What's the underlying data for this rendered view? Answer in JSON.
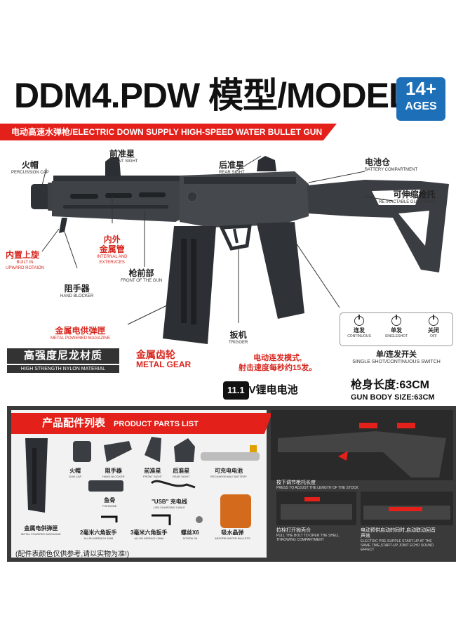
{
  "title": "DDM4.PDW 模型/MODEL",
  "age": {
    "number": "14+",
    "label": "AGES"
  },
  "subtitle": "电动高速水弹枪/ELECTRIC DOWN SUPPLY HIGH-SPEED WATER BULLET GUN",
  "labels": {
    "percussion_cap": {
      "cn": "火帽",
      "en": "PERCUSSION CAP"
    },
    "front_sight": {
      "cn": "前准星",
      "en": "FRONT SIGHT"
    },
    "rear_sight": {
      "cn": "后准星",
      "en": "REAR SIGHT"
    },
    "battery_compartment": {
      "cn": "电池仓",
      "en": "BATTERY COMPARTMENT"
    },
    "retractable_stock": {
      "cn": "可伸缩枪托",
      "en": "RETRACTABLE GUN STOCK"
    },
    "upward_rotation": {
      "cn": "内置上旋",
      "en1": "BUILT IN",
      "en2": "UPWARD ROTAION"
    },
    "inner_outer_tube": {
      "cn1": "内外",
      "cn2": "金属管",
      "en1": "INTERNAL AND",
      "en2": "EXTERVCES"
    },
    "front_of_gun": {
      "cn": "枪前部",
      "en": "FRONT OF THE GUN"
    },
    "hand_blocker": {
      "cn": "阻手器",
      "en": "HAND BLOCKER"
    },
    "metal_magazine": {
      "cn": "金属电供弹匣",
      "en": "METAL POWERED MAGAZINE"
    },
    "trigger": {
      "cn": "扳机",
      "en": "TRIGGER"
    }
  },
  "nylon": {
    "cn": "高强度尼龙材质",
    "en": "HIGH STRENGTH NYLON MATERIAL"
  },
  "metal_gear": {
    "cn": "金属齿轮",
    "en": "METAL GEAR"
  },
  "continuous_note": {
    "line1": "电动连发模式,",
    "line2": "射击速度每秒约15发。"
  },
  "switch": {
    "modes": [
      {
        "cn": "连发",
        "en": "CONTINUOUS"
      },
      {
        "cn": "单发",
        "en": "SINGLESHOT"
      },
      {
        "cn": "关闭",
        "en": "OFF"
      }
    ],
    "label_cn": "单/连发开关",
    "label_en": "SINGLE SHOT/CONTINUOUS SWITCH"
  },
  "battery": {
    "number": "11.1",
    "text": "V锂电电池"
  },
  "body_length": {
    "cn": "枪身长度:63CM",
    "en": "GUN BODY SIZE:63CM"
  },
  "parts": {
    "header_cn": "产品配件列表",
    "header_en": "PRODUCT PARTS LIST",
    "items": [
      {
        "cn": "火帽",
        "en": "GUN CAP"
      },
      {
        "cn": "阻手器",
        "en": "HAND BLOCKER"
      },
      {
        "cn": "前准星",
        "en": "FRONT SIGHT"
      },
      {
        "cn": "后准星",
        "en": "REAR SIGHT"
      },
      {
        "cn": "可充电电池",
        "en": "RECHARGEABLE BATTERY"
      },
      {
        "cn": "鱼骨",
        "en": "FISHBONE"
      },
      {
        "cn": "\"USB\" 充电线",
        "en": "USB CHARGING CABLE"
      },
      {
        "cn": "金属电供弹匣",
        "en": "METAL POWERED MAGAZINE"
      },
      {
        "cn": "2毫米六角扳手",
        "en": "ALLEN WRENCH 2MM"
      },
      {
        "cn": "3毫米六角扳手",
        "en": "ALLEN WRENCH 3MM"
      },
      {
        "cn": "螺丝X6",
        "en": "SCREW X6"
      },
      {
        "cn": "吸水晶弹",
        "en": "ABSORB WATER BULLETS"
      }
    ],
    "note": "(配件表颜色仅供参考,请以实物为准!)"
  },
  "photos": {
    "stock": {
      "cn": "按下调节枪托长度",
      "en": "PRESS TO ADJUST THE LENGTH OF THE STOCK"
    },
    "bolt": {
      "cn": "拉栓打开抛壳仓",
      "en1": "PULL THE BOLT TO OPEN THE SHELL",
      "en2": "THROWING COMPARTMENT"
    },
    "echo": {
      "cn1": "电动预供启动的同时,启动联动回音",
      "cn2": "声效",
      "en1": "ELECTRIC PRE-SUPPLE START-UP AT THE",
      "en2": "SAME TIME,START-UP JOINT ECHO SOUND",
      "en3": "EFFECT"
    }
  },
  "colors": {
    "accent_red": "#e32019",
    "badge_blue": "#1d6fb8",
    "gun_gray": "#3f4348"
  }
}
